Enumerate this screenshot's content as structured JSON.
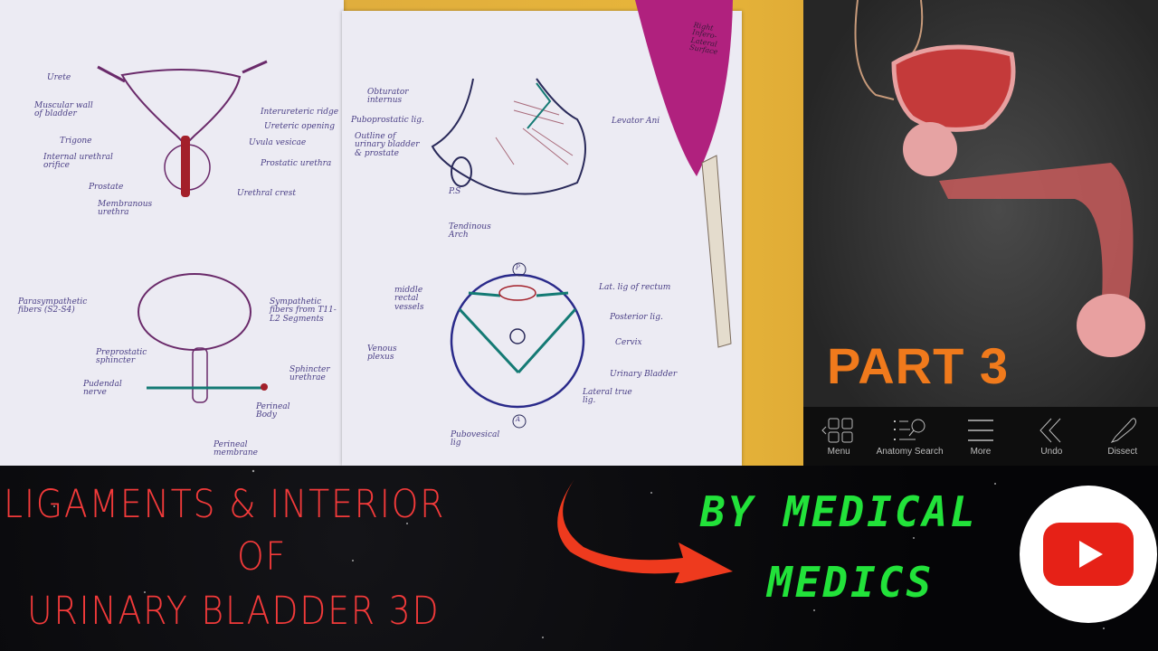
{
  "drawings": {
    "sheet1_top": [
      "Urete",
      "Muscular wall of bladder",
      "Trigone",
      "Internal urethral orifice",
      "Prostate",
      "Membranous urethra",
      "Interureteric ridge",
      "Ureteric opening",
      "Uvula vesicae",
      "Prostatic urethra",
      "Urethral crest"
    ],
    "sheet1_bottom": [
      "Parasympathetic fibers (S2-S4)",
      "Sympathetic fibers from T11-L2 Segments",
      "Preprostatic sphincter",
      "Pudendal nerve",
      "Sphincter urethrae",
      "Perineal Body",
      "Perineal membrane"
    ],
    "sheet2_top": [
      "Obturator internus",
      "Puboprostatic lig.",
      "Outline of urinary bladder & prostate",
      "P.S",
      "Tendinous Arch",
      "Levator Ani"
    ],
    "sheet2_bottom": [
      "P",
      "middle rectal vessels",
      "Lat. lig of rectum",
      "Posterior lig.",
      "Cervix",
      "Venous plexus",
      "Urinary Bladder",
      "Lateral true lig.",
      "A",
      "Pubovesical lig"
    ],
    "card": "Right Infero-Lateral Surface"
  },
  "app": {
    "badge": "PART 3",
    "toolbar": [
      {
        "label": "Menu",
        "icon": "menu-grid-icon"
      },
      {
        "label": "Anatomy Search",
        "icon": "anatomy-search-icon"
      },
      {
        "label": "More",
        "icon": "hamburger-icon"
      },
      {
        "label": "Undo",
        "icon": "undo-chevrons-icon"
      },
      {
        "label": "Dissect",
        "icon": "scalpel-icon"
      }
    ]
  },
  "title": {
    "line1": "LIGAMENTS & INTERIOR",
    "line2": "OF",
    "line3": "URINARY BLADDER 3D",
    "color": "#f23a3a"
  },
  "channel": {
    "line1": "BY MEDICAL",
    "line2": "MEDICS",
    "color": "#22e23a"
  },
  "logo": "youtube-logo",
  "colors": {
    "accent_orange": "#f07a1c",
    "youtube_red": "#e62117"
  }
}
